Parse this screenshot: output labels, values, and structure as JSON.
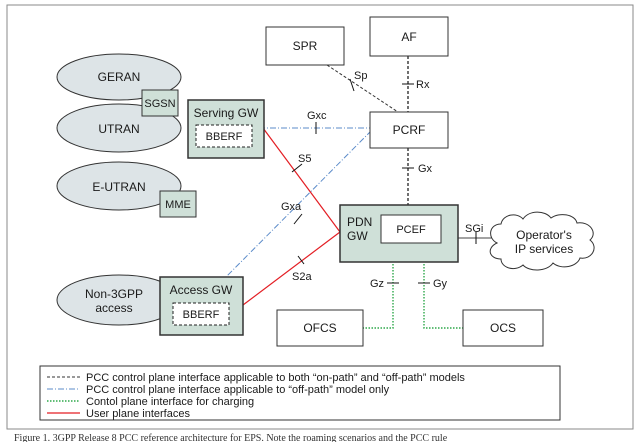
{
  "nodes": {
    "geran": "GERAN",
    "utran": "UTRAN",
    "eutran": "E-UTRAN",
    "non3gpp_line1": "Non-3GPP",
    "non3gpp_line2": "access",
    "sgsn": "SGSN",
    "mme": "MME",
    "serving_gw": "Serving GW",
    "bberf_serving": "BBERF",
    "access_gw": "Access GW",
    "bberf_access": "BBERF",
    "spr": "SPR",
    "af": "AF",
    "pcrf": "PCRF",
    "pdn_line1": "PDN",
    "pdn_line2": "GW",
    "pcef": "PCEF",
    "ofcs": "OFCS",
    "ocs": "OCS",
    "ip_line1": "Operator's",
    "ip_line2": "IP services"
  },
  "interfaces": {
    "sp": "Sp",
    "rx": "Rx",
    "gxc": "Gxc",
    "gx": "Gx",
    "s5": "S5",
    "gxa": "Gxa",
    "s2a": "S2a",
    "sgi": "SGi",
    "gz": "Gz",
    "gy": "Gy"
  },
  "legend": {
    "dashed": "PCC control plane interface applicable to both “on-path” and “off-path” models",
    "dashdot": "PCC control plane interface applicable to “off-path” model only",
    "dotted": "Contol plane interface for charging",
    "solid": "User plane interfaces"
  },
  "colors": {
    "node_fill": "#ffffff",
    "gw_fill": "#cfe0d8",
    "ellipse_fill": "#dde4e7",
    "user_plane": "#e31e24",
    "off_path": "#5b8bc9",
    "charging": "#2ea84a",
    "control": "#333333"
  },
  "caption": "Figure 1. 3GPP Release 8 PCC reference architecture for EPS. Note the roaming scenarios and the PCC rule"
}
